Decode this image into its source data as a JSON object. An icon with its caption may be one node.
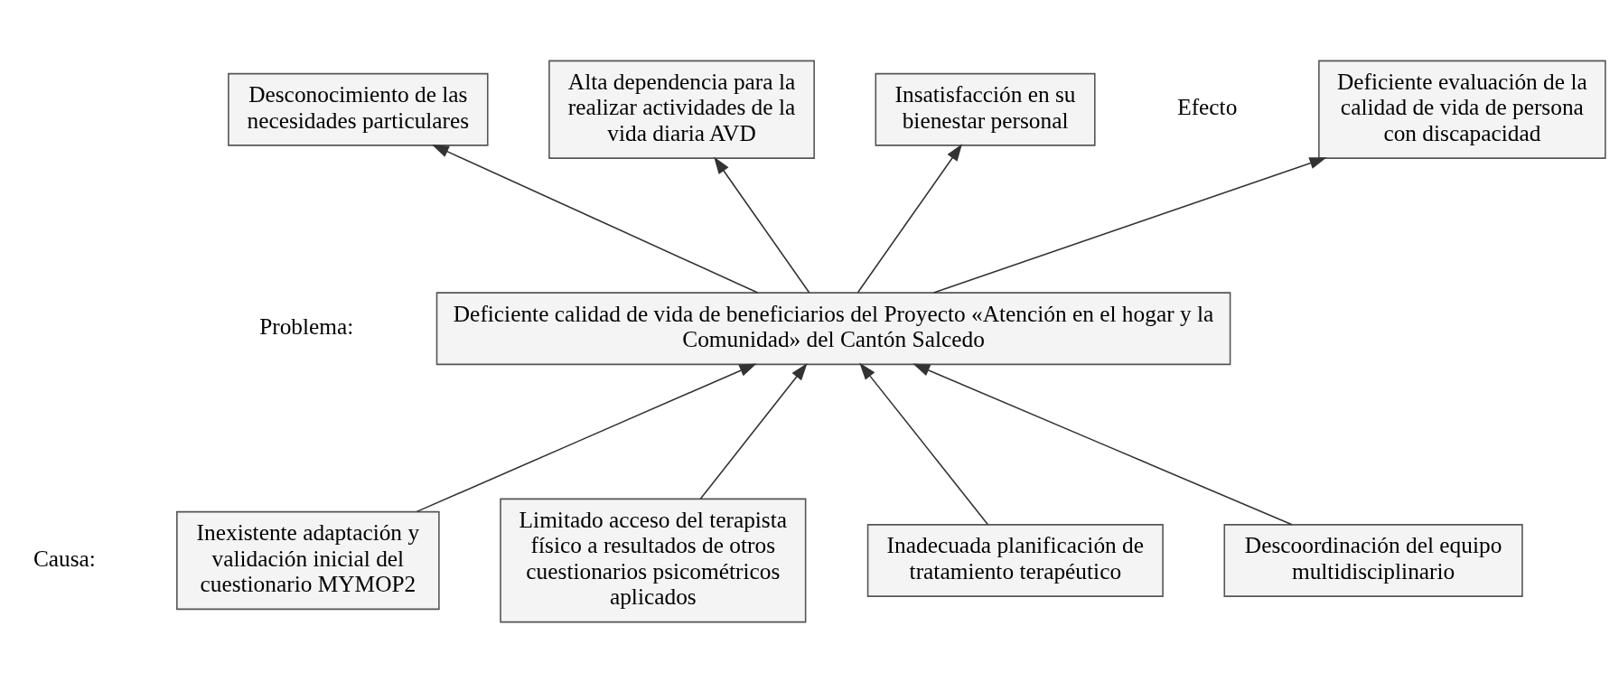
{
  "diagram": {
    "nodes": [
      {
        "text": [
          "Deficiente evaluación de la calidad de vida de persona con discapacidad"
        ]
      },
      {
        "text": [
          "Desconocimiento de las necesidades particulares"
        ]
      },
      {
        "text": [
          "Alta dependencia para la realizar actividades de la vida diaria AVD"
        ]
      },
      {
        "text": [
          "Insatisfacción en su bienestar personal"
        ]
      },
      {
        "text": [
          "Deficiente calidad de vida de beneficiarios del Proyecto «Atención en el hogar y la Comunidad» del Cantón Salcedo"
        ]
      },
      {
        "text": [
          "Inexistente adaptación y validación inicial del cuestionario MYMOP2"
        ]
      },
      {
        "text": [
          "Limitado acceso del terapista físico a resultados de otros cuestionarios psicométricos aplicados"
        ]
      },
      {
        "text": [
          "Inadecuada planificación de tratamiento terapéutico"
        ]
      },
      {
        "text": [
          "Descoordinación del equipo multidisciplinario"
        ]
      }
    ],
    "edges": [
      {
        "from": 4,
        "to": 0,
        "arrow": "to"
      },
      {
        "from": 4,
        "to": 1,
        "arrow": "to"
      },
      {
        "from": 4,
        "to": 2,
        "arrow": "to"
      },
      {
        "from": 4,
        "to": 3,
        "arrow": "to"
      },
      {
        "from": 5,
        "to": 4,
        "arrow": "to"
      },
      {
        "from": 6,
        "to": 4,
        "arrow": "to"
      },
      {
        "from": 7,
        "to": 4,
        "arrow": "to"
      },
      {
        "from": 8,
        "to": 4,
        "arrow": "to"
      }
    ],
    "labels": [
      "Efecto",
      "Problema:",
      "Causa:"
    ]
  }
}
